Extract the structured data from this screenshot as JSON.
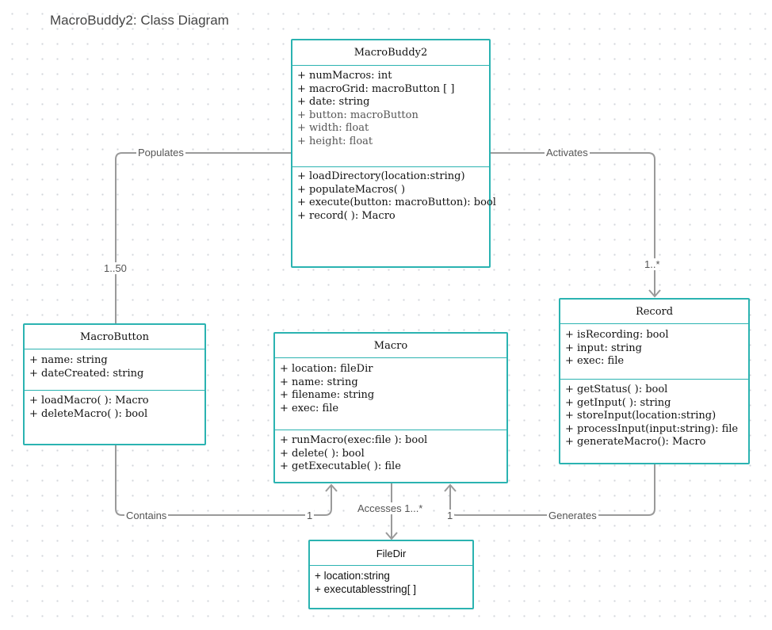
{
  "title": "MacroBuddy2: Class Diagram",
  "colors": {
    "box_border": "#2bb3b1",
    "connector": "#9a9a9a"
  },
  "classes": {
    "macrobuddy2": {
      "name": "MacroBuddy2",
      "attributes": [
        "+ numMacros: int",
        "+ macroGrid: macroButton [ ]",
        "+ date: string",
        "+ button: macroButton",
        "+ width: float",
        "+ height: float"
      ],
      "methods": [
        "+ loadDirectory(location:string)",
        "+ populateMacros( )",
        "+ execute(button: macroButton): bool",
        "+ record( ): Macro"
      ]
    },
    "macrobutton": {
      "name": "MacroButton",
      "attributes": [
        "+ name: string",
        "+ dateCreated: string"
      ],
      "methods": [
        "+ loadMacro( ):  Macro",
        "+ deleteMacro( ): bool"
      ]
    },
    "macro": {
      "name": "Macro",
      "attributes": [
        "+ location: fileDir",
        "+ name: string",
        "+ filename: string",
        "+ exec: file"
      ],
      "methods": [
        "+ runMacro(exec:file ): bool",
        "+ delete( ): bool",
        "+ getExecutable( ): file"
      ]
    },
    "record": {
      "name": "Record",
      "attributes": [
        "+ isRecording: bool",
        "+ input: string",
        "+ exec: file"
      ],
      "methods": [
        "+ getStatus( ): bool",
        "+ getInput( ): string",
        "+ storeInput(location:string)",
        "+ processInput(input:string): file",
        "+ generateMacro(): Macro"
      ]
    },
    "filedir": {
      "name": "FileDir",
      "attributes": [
        "+ location:string",
        "+ executablesstring[ ]"
      ]
    }
  },
  "relations": {
    "populates": {
      "label": "Populates",
      "multiplicity": "1..50"
    },
    "activates": {
      "label": "Activates",
      "multiplicity": "1..*"
    },
    "contains": {
      "label": "Contains",
      "multiplicity": "1"
    },
    "accesses": {
      "label": "Accesses 1...*"
    },
    "generates": {
      "label": "Generates",
      "multiplicity": "1"
    }
  }
}
